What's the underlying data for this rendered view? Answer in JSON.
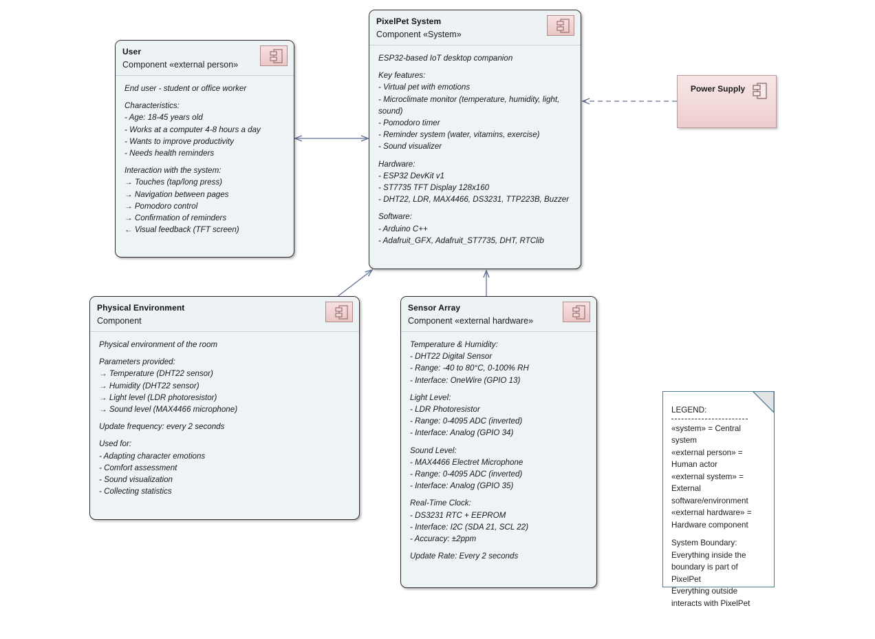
{
  "diagram": {
    "type": "uml-component-diagram",
    "background": "#ffffff",
    "accent_component_fill": "#eef3f5",
    "accent_icon_fill": "#f0d2d2",
    "connector_color": "#5f6f93",
    "note_border": "#4a7c96"
  },
  "components": {
    "pixelpet": {
      "title": "PixelPet System",
      "subtitle": "Component «System»",
      "icon": "uml-component-icon",
      "lines": [
        "ESP32-based IoT desktop companion",
        "",
        "Key features:",
        "- Virtual pet with emotions",
        "- Microclimate monitor (temperature, humidity, light, sound)",
        "- Pomodoro timer",
        "- Reminder system (water, vitamins, exercise)",
        "- Sound visualizer",
        "",
        "Hardware:",
        "- ESP32 DevKit v1",
        "- ST7735 TFT Display 128x160",
        "- DHT22, LDR, MAX4466, DS3231, TTP223B, Buzzer",
        "",
        "Software:",
        "- Arduino C++",
        "- Adafruit_GFX, Adafruit_ST7735, DHT, RTClib"
      ]
    },
    "user": {
      "title": "User",
      "subtitle": "Component «external person»",
      "icon": "uml-component-icon",
      "lines": [
        "End user - student or office worker",
        "",
        "Characteristics:",
        "- Age: 18-45 years old",
        "- Works at a computer 4-8 hours a day",
        "- Wants to improve productivity",
        "- Needs health reminders",
        "",
        "Interaction with the system:",
        "→ Touches (tap/long press)",
        "→ Navigation between pages",
        "→ Pomodoro control",
        "→ Confirmation of reminders",
        "← Visual feedback (TFT screen)"
      ]
    },
    "physical_environment": {
      "title": "Physical Environment",
      "subtitle": "Component",
      "icon": "uml-component-icon",
      "lines": [
        "Physical environment of the room",
        "",
        "Parameters provided:",
        "→ Temperature (DHT22 sensor)",
        "→ Humidity (DHT22 sensor)",
        "→ Light level (LDR photoresistor)",
        "→ Sound level (MAX4466 microphone)",
        "",
        "Update frequency: every 2 seconds",
        "",
        "Used for:",
        "- Adapting character emotions",
        "- Comfort assessment",
        "- Sound visualization",
        "- Collecting statistics"
      ]
    },
    "sensor_array": {
      "title": "Sensor Array",
      "subtitle": "Component «external hardware»",
      "icon": "uml-component-icon",
      "lines": [
        "Temperature & Humidity:",
        "- DHT22 Digital Sensor",
        "- Range: -40 to 80°C, 0-100% RH",
        "- Interface: OneWire (GPIO 13)",
        "",
        "Light Level:",
        "- LDR Photoresistor",
        "- Range: 0-4095 ADC (inverted)",
        "- Interface: Analog (GPIO 34)",
        "",
        "Sound Level:",
        "- MAX4466 Electret Microphone",
        "- Range: 0-4095 ADC (inverted)",
        "- Interface: Analog (GPIO 35)",
        "",
        "Real-Time Clock:",
        "- DS3231 RTC + EEPROM",
        "- Interface: I2C (SDA 21, SCL 22)",
        "- Accuracy: ±2ppm",
        "",
        "Update Rate: Every 2 seconds"
      ]
    },
    "power_supply": {
      "title": "Power Supply",
      "icon": "uml-component-icon"
    }
  },
  "legend": {
    "heading": "LEGEND:",
    "lines": [
      "«system» = Central system",
      "«external person» = Human actor",
      "«external system» = External software/environment",
      "«external hardware» = Hardware component",
      "",
      "System Boundary:",
      "Everything inside the boundary is part of PixelPet",
      "Everything outside interacts with PixelPet"
    ]
  },
  "connectors": [
    {
      "name": "user-to-pixelpet",
      "style": "solid",
      "arrows": "both"
    },
    {
      "name": "power-supply-to-pixelpet",
      "style": "dashed",
      "arrows": "end"
    },
    {
      "name": "physical-environment-to-pixelpet",
      "style": "solid",
      "arrows": "end"
    },
    {
      "name": "sensor-array-to-pixelpet",
      "style": "solid",
      "arrows": "end"
    }
  ]
}
